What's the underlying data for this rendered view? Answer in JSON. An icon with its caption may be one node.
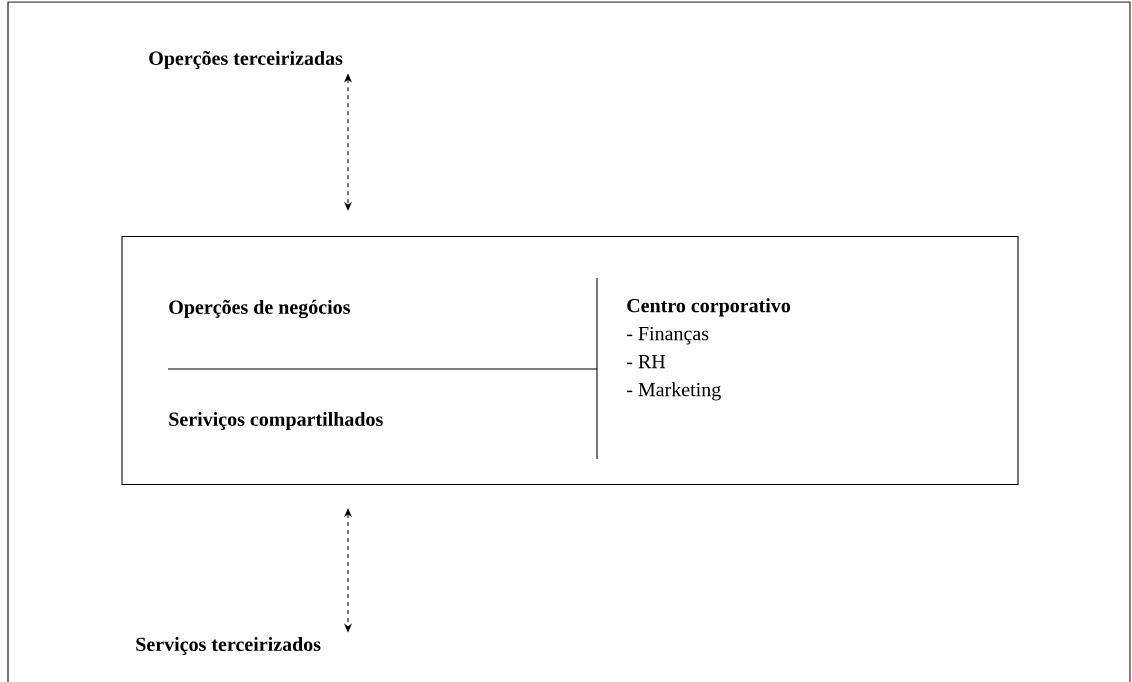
{
  "diagram": {
    "nodes": [
      {
        "text": [
          "Operções terceirizadas"
        ]
      },
      {
        "text": [],
        "shape": "box"
      },
      {
        "text": [
          "Operções de negócios"
        ],
        "in": 1
      },
      {
        "text": [
          "Seriviços compartilhados"
        ],
        "in": 1
      },
      {
        "text": [
          "Centro corporativo",
          "- Finanças",
          "- RH",
          "- Marketing"
        ],
        "in": 1
      },
      {
        "text": [
          "Serviços terceirizados"
        ]
      }
    ],
    "edges": [
      {
        "from": 0,
        "to": 1,
        "arrow": "both",
        "style": "dashed"
      },
      {
        "from": 1,
        "to": 5,
        "arrow": "both",
        "style": "dashed"
      }
    ]
  }
}
